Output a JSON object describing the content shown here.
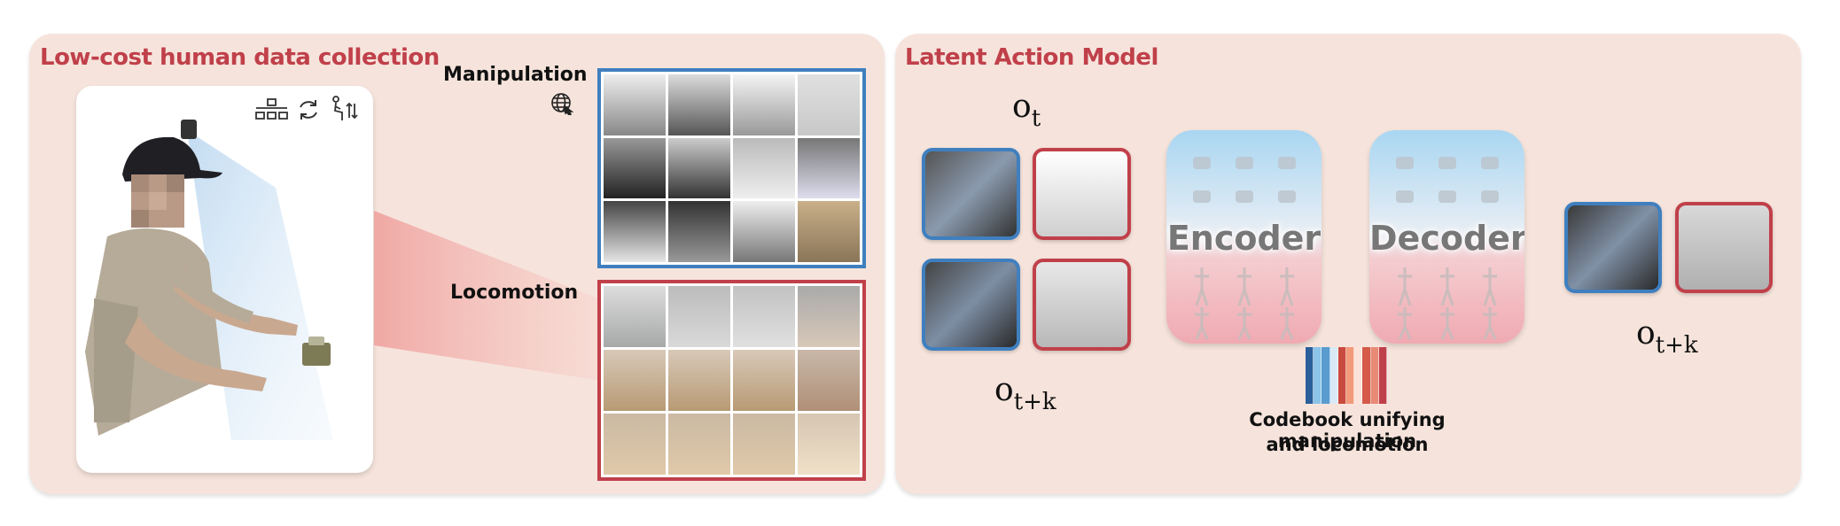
{
  "left_panel": {
    "title": "Low-cost human data collection",
    "manipulation_label": "Manipulation",
    "locomotion_label": "Locomotion"
  },
  "right_panel": {
    "title": "Latent Action Model",
    "obs_t": {
      "base": "o",
      "sub": "t"
    },
    "obs_tk_left": {
      "base": "o",
      "sub": "t+k"
    },
    "obs_tk_right": {
      "base": "o",
      "sub": "t+k"
    },
    "encoder_label": "Encoder",
    "decoder_label": "Decoder",
    "codebook_caption_line1": "Codebook unifying manipulation",
    "codebook_caption_line2": "and locomotion"
  },
  "icons": [
    "apps-grid-icon",
    "refresh-icon",
    "person-sitting-icon",
    "globe-icon"
  ],
  "colors": {
    "panel_bg": "#f6e4dc",
    "title": "#c0404a",
    "manipulation_border": "#3f7fbf",
    "locomotion_border": "#c0404a",
    "codebook": [
      "#2a5f9a",
      "#8cc3e8",
      "#5a9bd0",
      "#d9e9f5",
      "#c94a3e",
      "#f29a7a",
      "#fbe3da",
      "#d55a4a",
      "#e88a76",
      "#c0404a"
    ]
  }
}
